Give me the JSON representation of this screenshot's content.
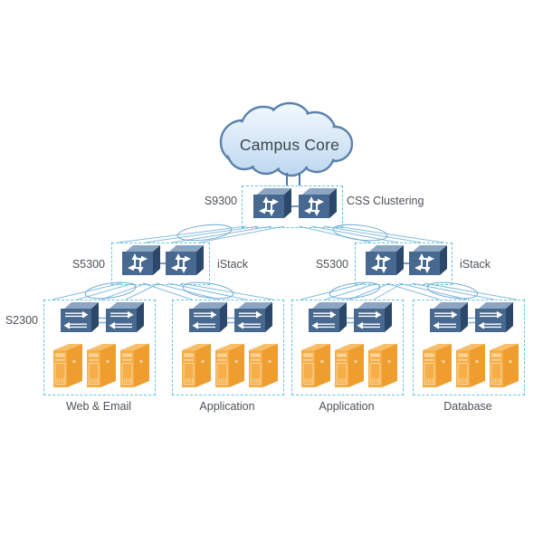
{
  "diagram": {
    "cloud_label": "Campus Core",
    "core_tier": {
      "device_label": "S9300",
      "cluster_label": "CSS Clustering"
    },
    "aggregation_tier": [
      {
        "device_label": "S5300",
        "stack_label": "iStack"
      },
      {
        "device_label": "S5300",
        "stack_label": "iStack"
      }
    ],
    "access_tier": {
      "device_label": "S2300"
    },
    "server_groups": [
      {
        "name": "Web & Email"
      },
      {
        "name": "Application"
      },
      {
        "name": "Application"
      },
      {
        "name": "Database"
      }
    ],
    "icons": {
      "cloud": "campus-core-cloud",
      "l3_switch": "layer3-switch-icon",
      "l2_switch": "layer2-switch-icon",
      "server": "server-tower-icon",
      "link_aggregation": "link-aggregation-ellipse"
    },
    "colors": {
      "switch_front": "#47688F",
      "switch_top": "#8BA5C3",
      "switch_side": "#2B4769",
      "server_front": "#F6AE49",
      "server_side": "#EF9D2E",
      "server_top": "#F9BE6B",
      "link_dark": "#4A7AB5",
      "link_light": "#85BBDD",
      "dashed_border": "#63C3E1",
      "cloud_stroke": "#5B82AB",
      "cloud_fill_top": "#F4FAFE",
      "cloud_fill_bottom": "#BCD6EF",
      "text": "#4B5258"
    }
  }
}
